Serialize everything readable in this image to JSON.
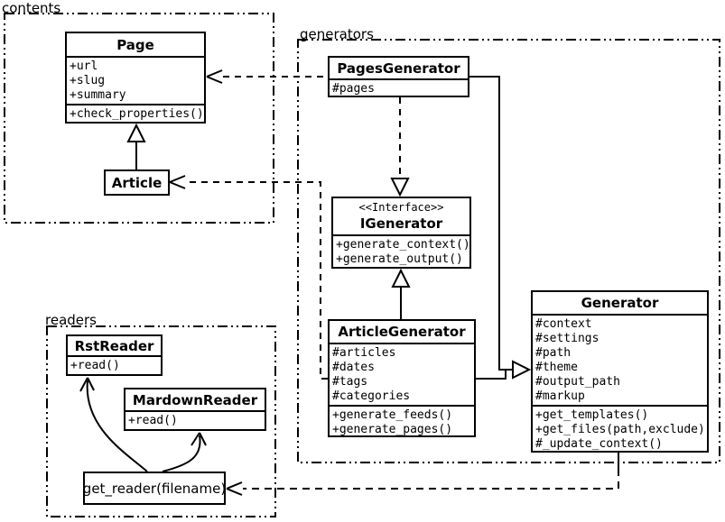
{
  "diagram_type": "uml-class-diagram",
  "colors": {
    "line": "#000000",
    "background": "#ffffff",
    "text": "#000000"
  },
  "packages": {
    "contents": {
      "label": "contents"
    },
    "generators": {
      "label": "generators"
    },
    "readers": {
      "label": "readers"
    }
  },
  "classes": {
    "page": {
      "name": "Page",
      "attributes": [
        "+url",
        "+slug",
        "+summary"
      ],
      "methods": [
        "+check_properties()"
      ]
    },
    "article": {
      "name": "Article"
    },
    "pages_generator": {
      "name": "PagesGenerator",
      "attributes": [
        "#pages"
      ]
    },
    "igenerator": {
      "stereotype": "<<Interface>>",
      "name": "IGenerator",
      "methods": [
        "+generate_context()",
        "+generate_output()"
      ]
    },
    "article_generator": {
      "name": "ArticleGenerator",
      "attributes": [
        "#articles",
        "#dates",
        "#tags",
        "#categories"
      ],
      "methods": [
        "+generate_feeds()",
        "+generate_pages()"
      ]
    },
    "generator": {
      "name": "Generator",
      "attributes": [
        "#context",
        "#settings",
        "#path",
        "#theme",
        "#output_path",
        "#markup"
      ],
      "methods": [
        "+get_templates()",
        "+get_files(path,exclude)",
        "#_update_context()"
      ]
    },
    "rst_reader": {
      "name": "RstReader",
      "methods": [
        "+read()"
      ]
    },
    "mardown_reader": {
      "name": "MardownReader",
      "methods": [
        "+read()"
      ]
    },
    "get_reader": {
      "label": "get_reader(filename)"
    }
  },
  "relations": [
    "Article --|> Page",
    "PagesGenerator ..> Page",
    "ArticleGenerator ..> Article",
    "PagesGenerator ..|> IGenerator",
    "ArticleGenerator --|> IGenerator",
    "PagesGenerator --|> Generator",
    "ArticleGenerator --|> Generator",
    "Generator ..> get_reader(filename)",
    "get_reader(filename) --> RstReader",
    "get_reader(filename) --> MardownReader"
  ]
}
